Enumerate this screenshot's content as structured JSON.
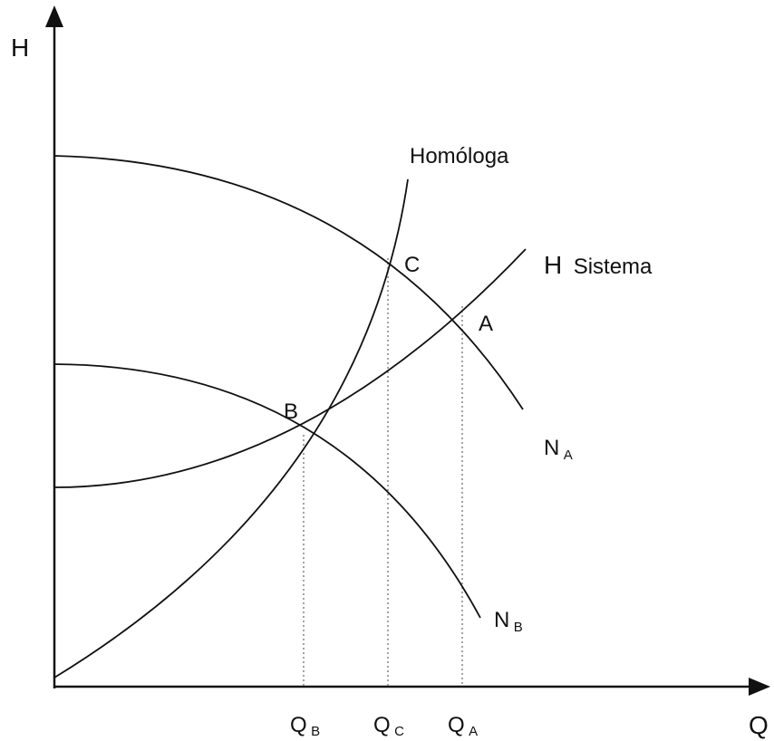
{
  "diagram": {
    "axes": {
      "y_label": "H",
      "x_label": "Q"
    },
    "curves": {
      "homologa": "Homóloga",
      "sistema_main": "H",
      "sistema_sub": "Sistema",
      "na_main": "N",
      "na_sub": "A",
      "nb_main": "N",
      "nb_sub": "B"
    },
    "points": {
      "a": "A",
      "b": "B",
      "c": "C"
    },
    "ticks": [
      {
        "main": "Q",
        "sub": "B"
      },
      {
        "main": "Q",
        "sub": "C"
      },
      {
        "main": "Q",
        "sub": "A"
      }
    ],
    "colors": {
      "ink": "#111111",
      "dotted": "#666666"
    }
  }
}
